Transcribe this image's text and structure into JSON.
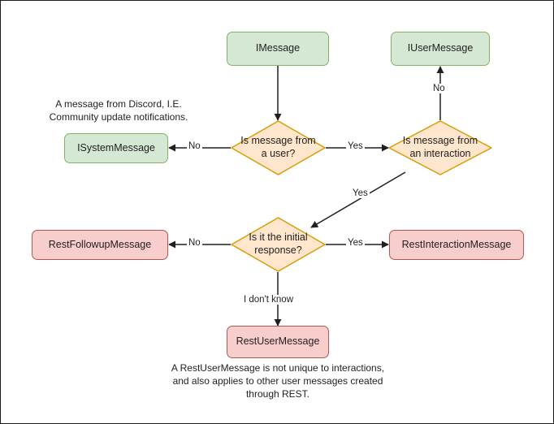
{
  "diagram": {
    "type": "flowchart",
    "title": "Discord message type decision flowchart",
    "colors": {
      "green_fill": "#d5e8d4",
      "green_stroke": "#82b366",
      "orange_fill": "#ffe6cc",
      "orange_stroke": "#d79b00",
      "pink_fill": "#f8cecc",
      "pink_stroke": "#b85450",
      "edge_stroke": "#1f1f1f",
      "canvas_border": "#1a1a1a",
      "background": "#ffffff"
    }
  },
  "nodes": {
    "imessage": "IMessage",
    "iusermessage": "IUserMessage",
    "isystemmessage": "ISystemMessage",
    "decision_from_user": "Is message from\na user?",
    "decision_from_interaction": "Is message from\nan interaction",
    "decision_initial_response": "Is it the initial\nresponse?",
    "restfollowupmessage": "RestFollowupMessage",
    "restinteractionmessage": "RestInteractionMessage",
    "restusermessage": "RestUserMessage"
  },
  "edge_labels": {
    "user_no": "No",
    "user_yes": "Yes",
    "interaction_no": "No",
    "interaction_yes": "Yes",
    "initial_no": "No",
    "initial_yes": "Yes",
    "initial_unknown": "I don't know"
  },
  "notes": {
    "system_message": "A message from Discord, I.E.\nCommunity update notifications.",
    "rest_user_message": "A RestUserMessage is not unique to interactions,\nand also applies to other user messages created\nthrough REST."
  }
}
